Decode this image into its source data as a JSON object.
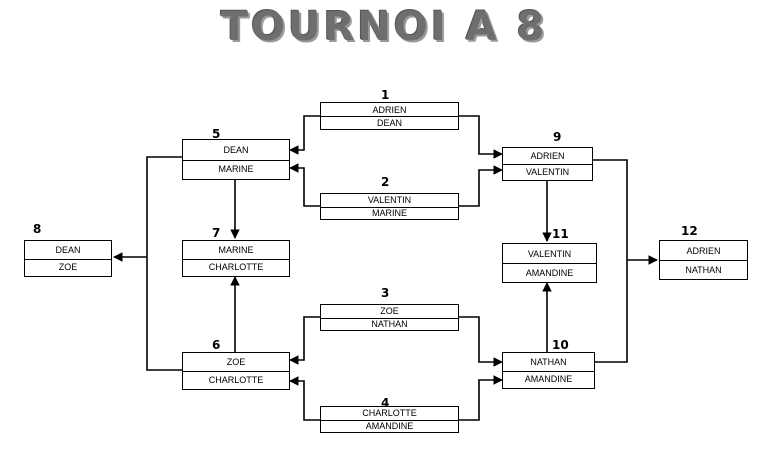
{
  "title": "TOURNOI A 8",
  "matches": {
    "m1": {
      "number": "1",
      "top": "ADRIEN",
      "bottom": "DEAN"
    },
    "m2": {
      "number": "2",
      "top": "VALENTIN",
      "bottom": "MARINE"
    },
    "m3": {
      "number": "3",
      "top": "ZOE",
      "bottom": "NATHAN"
    },
    "m4": {
      "number": "4",
      "top": "CHARLOTTE",
      "bottom": "AMANDINE"
    },
    "m5": {
      "number": "5",
      "top": "DEAN",
      "bottom": "MARINE"
    },
    "m6": {
      "number": "6",
      "top": "ZOE",
      "bottom": "CHARLOTTE"
    },
    "m7": {
      "number": "7",
      "top": "MARINE",
      "bottom": "CHARLOTTE"
    },
    "m8": {
      "number": "8",
      "top": "DEAN",
      "bottom": "ZOE"
    },
    "m9": {
      "number": "9",
      "top": "ADRIEN",
      "bottom": "VALENTIN"
    },
    "m10": {
      "number": "10",
      "top": "NATHAN",
      "bottom": "AMANDINE"
    },
    "m11": {
      "number": "11",
      "top": "VALENTIN",
      "bottom": "AMANDINE"
    },
    "m12": {
      "number": "12",
      "top": "ADRIEN",
      "bottom": "NATHAN"
    }
  }
}
